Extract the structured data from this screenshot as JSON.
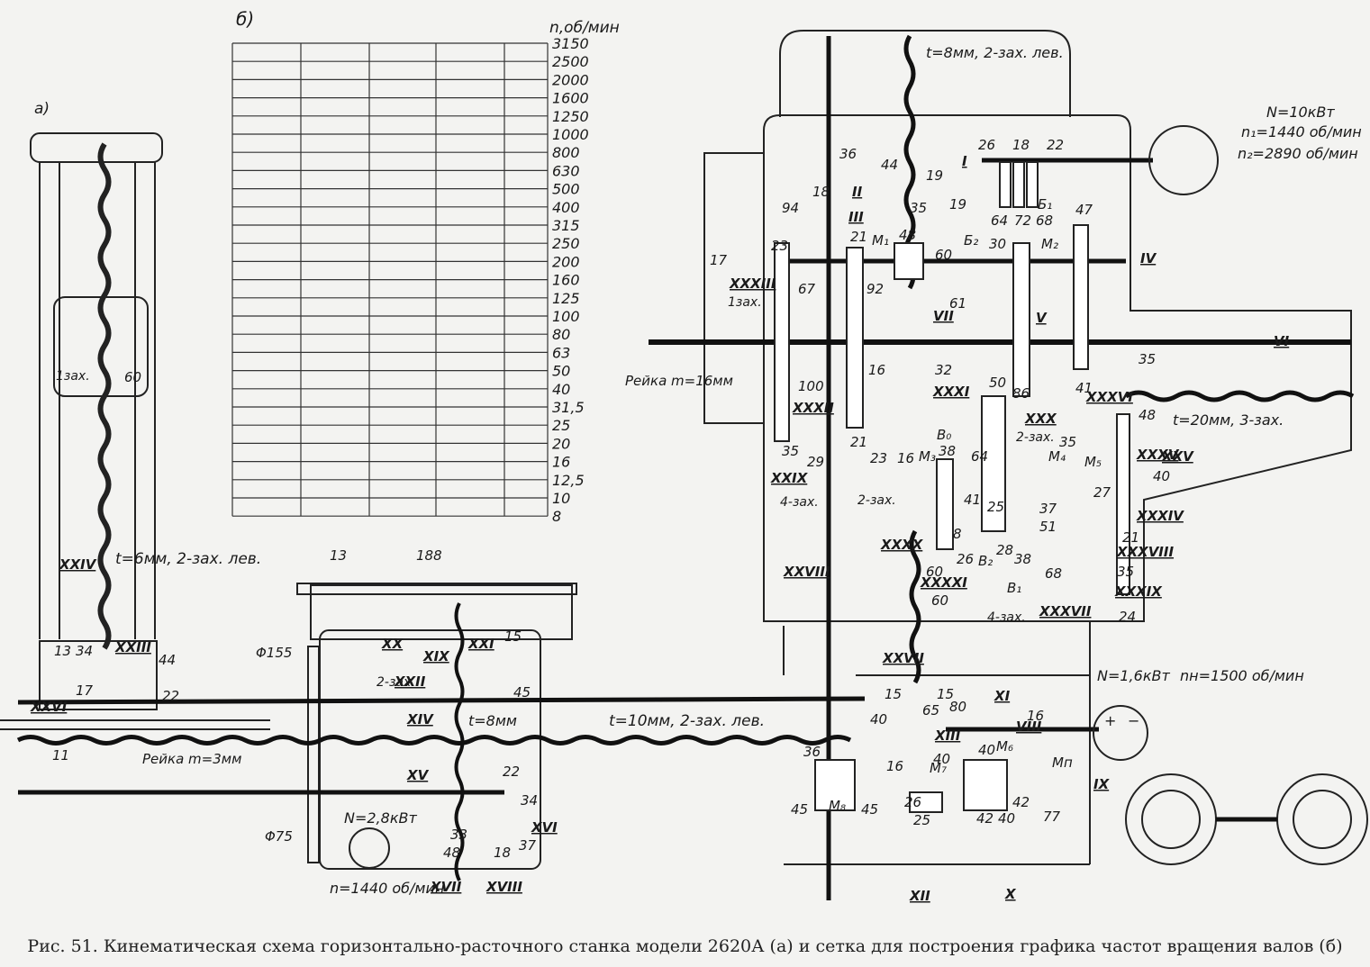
{
  "panel_labels": {
    "a": "a)",
    "b": "б)"
  },
  "grid": {
    "unit": "n,об/мин",
    "speeds": [
      "3150",
      "2500",
      "2000",
      "1600",
      "1250",
      "1000",
      "800",
      "630",
      "500",
      "400",
      "315",
      "250",
      "200",
      "160",
      "125",
      "100",
      "80",
      "63",
      "50",
      "40",
      "31,5",
      "25",
      "20",
      "16",
      "12,5",
      "10",
      "8"
    ]
  },
  "main_motor": {
    "power": "N=10кВт",
    "speed1": "n₁=1440 об/мин",
    "speed2": "n₂=2890 об/мин"
  },
  "rapid_motor": {
    "power": "N=1,6кВт",
    "speed": "nн=1500 об/мин"
  },
  "feed_motor": {
    "power": "N=2,8кВт",
    "speed": "n=1440 об/мин"
  },
  "screws": {
    "top": "t=8мм, 2-зах. лев.",
    "column": "t=6мм, 2-зах. лев.",
    "long": "t=10мм, 2-зах. лев.",
    "right": "t=20мм, 3-зах.",
    "mid": "t=8мм"
  },
  "racks": {
    "spindle": "Рейка m=16мм",
    "column": "Рейка m=3мм"
  },
  "thread_notes": {
    "z1": "1зах.",
    "z2": "2-зах.",
    "z2b": "2-зах.",
    "z2c": "2-зах.",
    "z2d": "2-зах.",
    "z4a": "4-зах.",
    "z4b": "4-зах.",
    "z1b": "1зах.",
    "dia155": "Φ155",
    "dia75": "Φ75"
  },
  "shafts": [
    "I",
    "II",
    "III",
    "IV",
    "V",
    "VI",
    "VII",
    "VIII",
    "IX",
    "X",
    "XI",
    "XII",
    "XIII",
    "XIV",
    "XV",
    "XVI",
    "XVII",
    "XVIII",
    "XIX",
    "XX",
    "XXI",
    "XXII",
    "XXIII",
    "XXIV",
    "XXV",
    "XXVI",
    "XXVII",
    "XXVIII",
    "XXIX",
    "XXX",
    "XXXI",
    "XXXII",
    "XXXIII",
    "XXXIV",
    "XXXV",
    "XXXVI",
    "XXXVII",
    "XXXVIII",
    "XXXIX",
    "XXXX",
    "XXXXI"
  ],
  "couplings": [
    "M₁",
    "M₂",
    "M₃",
    "M₄",
    "M₅",
    "M₆",
    "M₇",
    "M₈",
    "Mп",
    "Б₁",
    "Б₂",
    "B₀",
    "B₁",
    "B₂"
  ],
  "gear_teeth": [
    "26",
    "18",
    "22",
    "44",
    "19",
    "35",
    "19",
    "64",
    "72",
    "68",
    "47",
    "21",
    "48",
    "60",
    "30",
    "92",
    "61",
    "23",
    "67",
    "36",
    "18",
    "94",
    "17",
    "100",
    "35",
    "16",
    "32",
    "50",
    "86",
    "41",
    "23",
    "21",
    "16",
    "29",
    "38",
    "64",
    "41",
    "25",
    "37",
    "35",
    "27",
    "48",
    "40",
    "35",
    "21",
    "35",
    "24",
    "28",
    "26",
    "38",
    "51",
    "68",
    "60",
    "60",
    "13",
    "188",
    "15",
    "45",
    "22",
    "34",
    "37",
    "33",
    "48",
    "18",
    "15",
    "15",
    "80",
    "65",
    "40",
    "16",
    "26",
    "25",
    "40",
    "42",
    "40",
    "42",
    "16",
    "77",
    "36",
    "45",
    "45",
    "40",
    "13",
    "34",
    "17",
    "44",
    "22",
    "11",
    "60",
    "8"
  ],
  "caption": "Рис. 51. Кинематическая схема горизонтально-расточного станка модели 2620А (а) и сетка для построения графика частот вращения валов (б)"
}
